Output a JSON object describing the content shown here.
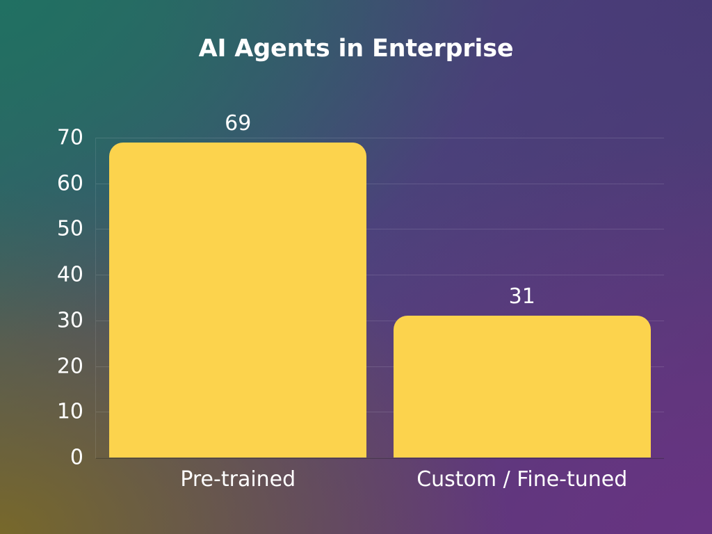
{
  "chart_data": {
    "type": "bar",
    "title": "AI Agents in Enterprise",
    "xlabel": "",
    "ylabel": "",
    "categories": [
      "Pre-trained",
      "Custom / Fine-tuned"
    ],
    "values": [
      69,
      31
    ],
    "data_labels": [
      "69",
      "31"
    ],
    "ylim": [
      0,
      73
    ],
    "yticks": [
      0,
      10,
      20,
      30,
      40,
      50,
      60,
      70
    ],
    "ytick_labels": [
      "0",
      "10",
      "20",
      "30",
      "40",
      "50",
      "60",
      "70"
    ],
    "grid": true,
    "legend": false,
    "legend_position": "none",
    "bar_color": "#fcd34d",
    "text_color": "#ffffff",
    "background_colors": {
      "top_left": "#2d6a60",
      "top_right": "#4a3d70",
      "bottom_left": "#60562e",
      "bottom_right": "#5c3574"
    }
  }
}
